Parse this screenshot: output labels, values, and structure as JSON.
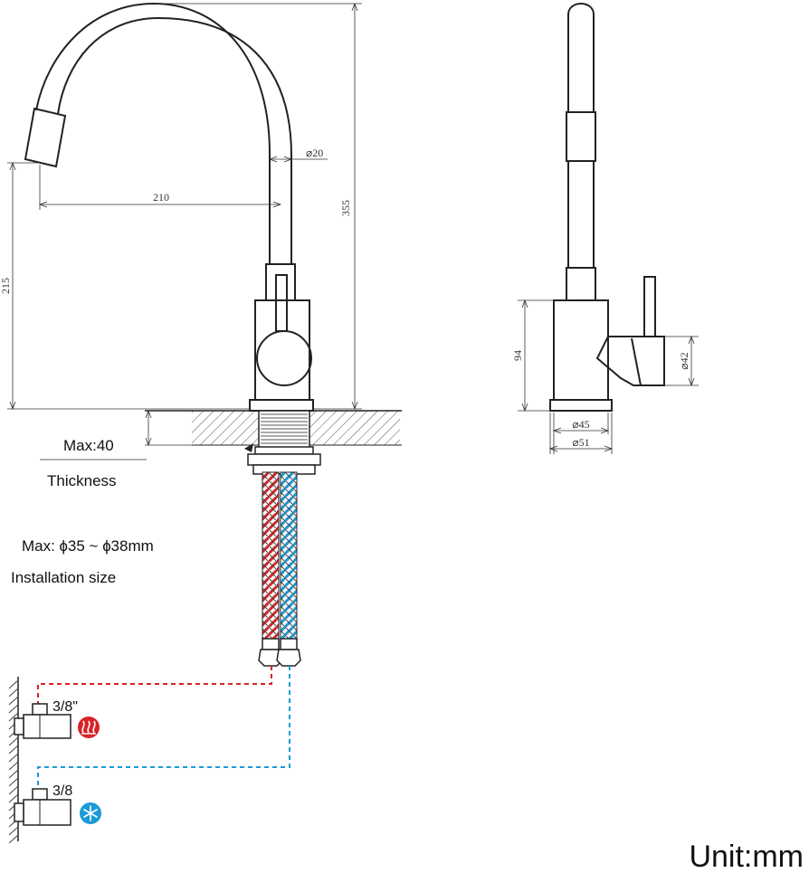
{
  "dimensions": {
    "spout_reach": "210",
    "spout_height": "215",
    "total_height": "355",
    "spout_diameter": "⌀20",
    "body_height": "94",
    "handle_diameter": "⌀42",
    "base_diameter_inner": "⌀45",
    "base_diameter_outer": "⌀51"
  },
  "installation": {
    "max_thickness": "Max:40",
    "thickness_label": "Thickness",
    "hole_size": "Max: ɸ35 ~ ɸ38mm",
    "installation_label": "Installation size"
  },
  "valves": {
    "hot_size": "3/8\"",
    "cold_size": "3/8"
  },
  "colors": {
    "hot": "#d8232a",
    "cold": "#1b9ad6",
    "line": "#222222"
  },
  "icons": {
    "hot": "heat-icon",
    "cold": "snowflake-icon"
  },
  "unit_label": "Unit:mm"
}
